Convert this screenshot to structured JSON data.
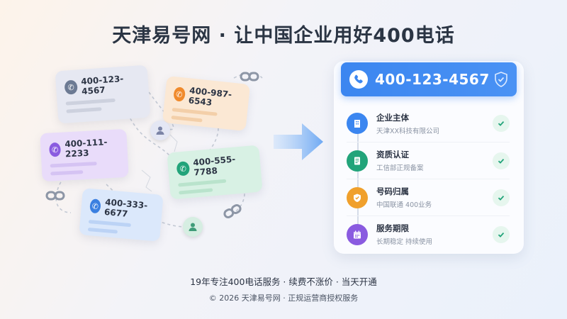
{
  "title": "天津易号网 · 让中国企业用好400电话",
  "scattered_cards": [
    {
      "number": "400-123-4567",
      "color": "#6c7a93",
      "bg": "#e6e8f2"
    },
    {
      "number": "400-987-6543",
      "color": "#f08a2c",
      "bg": "#fbe8d4"
    },
    {
      "number": "400-111-2233",
      "color": "#8a5be0",
      "bg": "#e9dcfa"
    },
    {
      "number": "400-555-7788",
      "color": "#22a47a",
      "bg": "#d8f1e4"
    },
    {
      "number": "400-333-6677",
      "color": "#3a7fe0",
      "bg": "#dbe8fb"
    }
  ],
  "panel": {
    "number": "400-123-4567",
    "items": [
      {
        "title": "企业主体",
        "sub": "天津XX科技有限公司",
        "icon": "building-icon",
        "color": "#3b86f0"
      },
      {
        "title": "资质认证",
        "sub": "工信部正规备案",
        "icon": "document-icon",
        "color": "#22a47a"
      },
      {
        "title": "号码归属",
        "sub": "中国联通  400业务",
        "icon": "shield-icon",
        "color": "#f0a02c"
      },
      {
        "title": "服务期限",
        "sub": "长期稳定   持续使用",
        "icon": "calendar-icon",
        "color": "#8a5be0"
      }
    ]
  },
  "footer": {
    "line1": "19年专注400电话服务  ·  续费不涨价  ·  当天开通",
    "line2": "© 2026 天津易号网 · 正规运营商授权服务"
  },
  "colors": {
    "accent": "#3b86f0",
    "check": "#22a47a"
  }
}
